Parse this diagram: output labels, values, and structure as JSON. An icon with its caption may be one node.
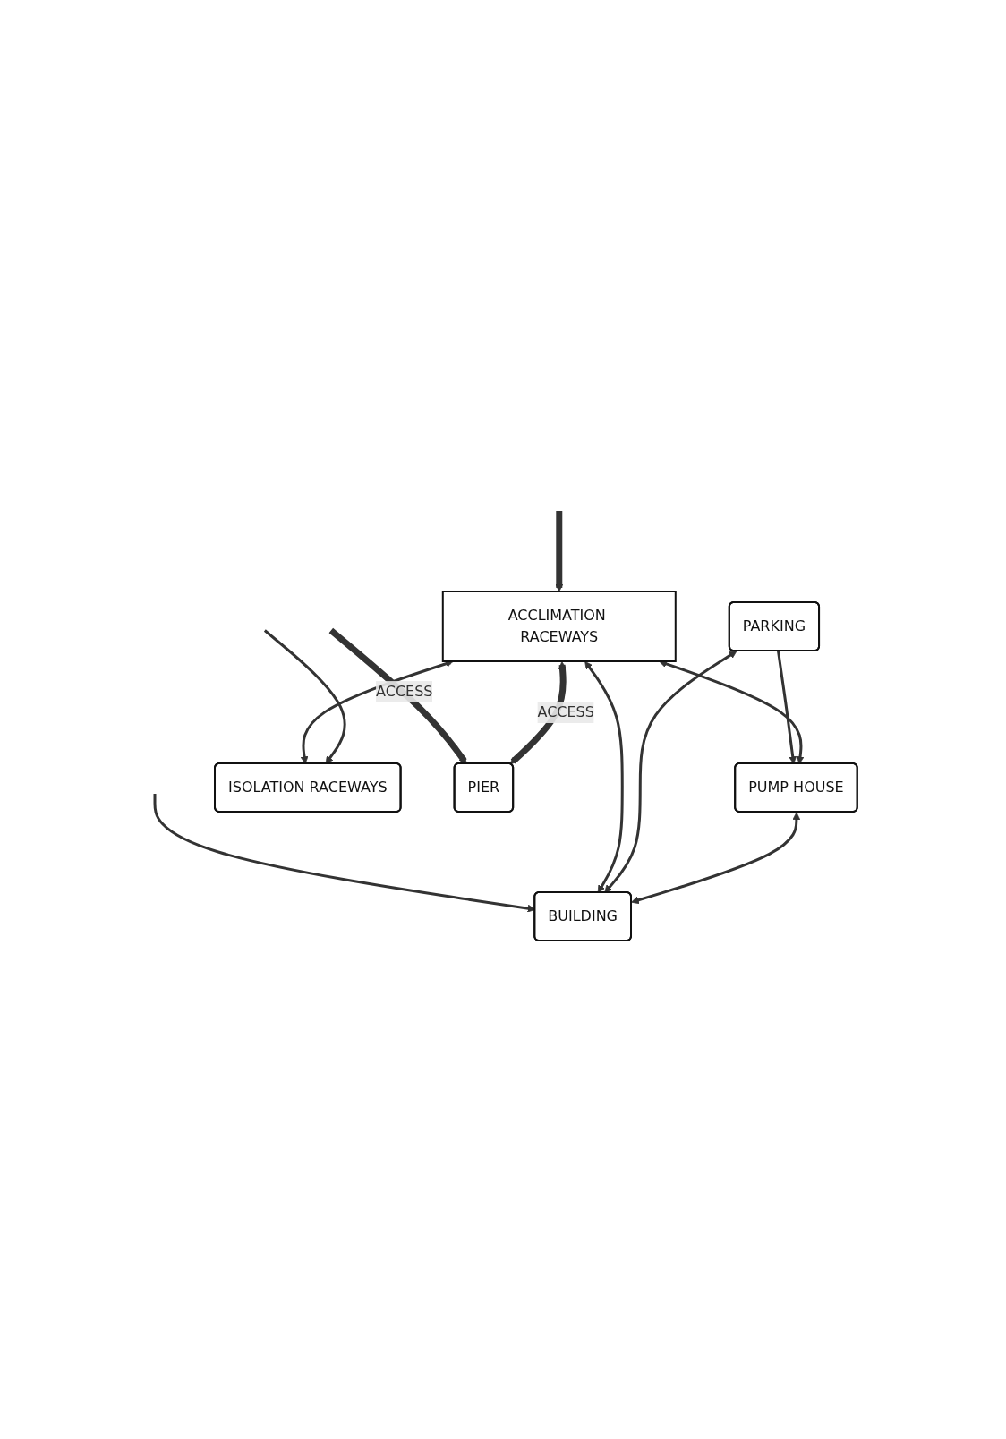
{
  "diagram": {
    "nodes": [
      {
        "text": [
          "ACCLIMATION RACEWAYS"
        ]
      },
      {
        "text": [
          "PUMP HOUSE"
        ]
      },
      {
        "text": [
          "PARKING"
        ]
      },
      {
        "text": [
          "BUILDING"
        ]
      },
      {
        "text": [
          "ISOLATION RACEWAYS"
        ]
      },
      {
        "text": [
          "PIER"
        ]
      }
    ],
    "edges": [
      {
        "from": 0,
        "to": 1,
        "arrow": "both"
      },
      {
        "from": 2,
        "to": 1,
        "arrow": "to"
      },
      {
        "from": 1,
        "to": 3,
        "arrow": "both"
      },
      {
        "from": 2,
        "to": 3,
        "arrow": "both"
      },
      {
        "from": 0,
        "to": 3,
        "arrow": "both"
      },
      {
        "from": 0,
        "to": 5,
        "arrow": "both",
        "style": "thick",
        "label": "ACCESS"
      },
      {
        "from": null,
        "to": 5,
        "arrow": "to",
        "style": "thick",
        "label": "ACCESS"
      },
      {
        "from": null,
        "to": 0,
        "arrow": "to",
        "style": "thick"
      },
      {
        "from": null,
        "to": 3,
        "arrow": "to"
      },
      {
        "from": null,
        "to": 4,
        "arrow": "to"
      },
      {
        "from": 0,
        "to": 4,
        "arrow": "both"
      }
    ]
  }
}
